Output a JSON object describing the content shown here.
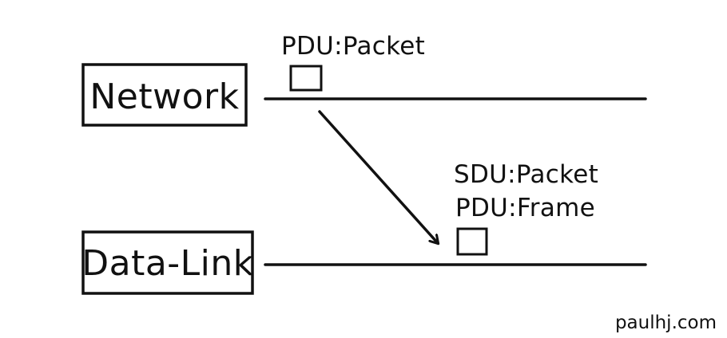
{
  "diagram": {
    "layers": {
      "network": {
        "label": "Network"
      },
      "data_link": {
        "label": "Data-Link"
      }
    },
    "annotations": {
      "network_pdu": "PDU:Packet",
      "data_link_sdu": "SDU:Packet",
      "data_link_pdu": "PDU:Frame"
    },
    "credit": "paulhj.com",
    "colors": {
      "ink": "#111111",
      "background": "#ffffff"
    }
  }
}
